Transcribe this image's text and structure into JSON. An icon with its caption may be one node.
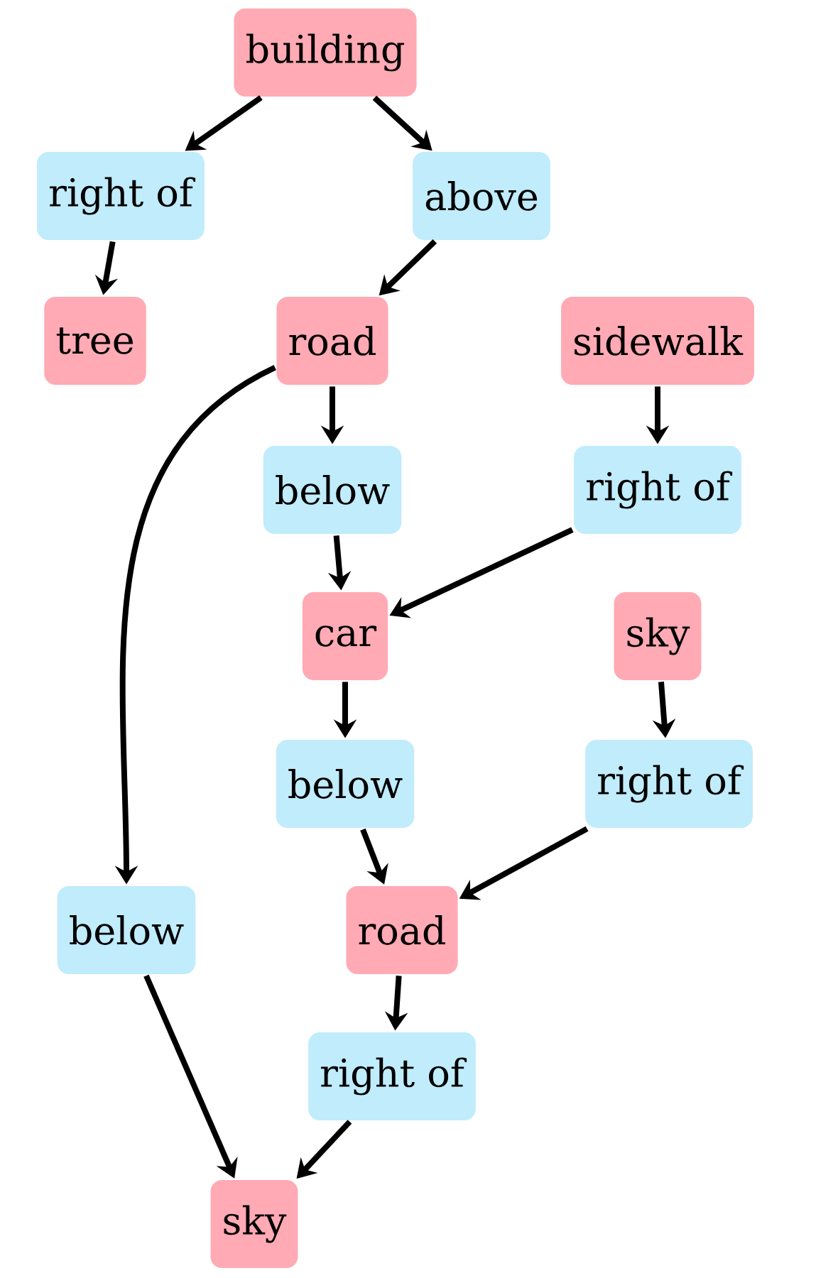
{
  "diagram": {
    "nodes": [
      {
        "text": [
          "building"
        ]
      },
      {
        "text": [
          "right of"
        ]
      },
      {
        "text": [
          "above"
        ]
      },
      {
        "text": [
          "tree"
        ]
      },
      {
        "text": [
          "road"
        ]
      },
      {
        "text": [
          "sidewalk"
        ]
      },
      {
        "text": [
          "below"
        ]
      },
      {
        "text": [
          "right of"
        ]
      },
      {
        "text": [
          "car"
        ]
      },
      {
        "text": [
          "sky"
        ]
      },
      {
        "text": [
          "below"
        ]
      },
      {
        "text": [
          "right of"
        ]
      },
      {
        "text": [
          "below"
        ]
      },
      {
        "text": [
          "road"
        ]
      },
      {
        "text": [
          "right of"
        ]
      },
      {
        "text": [
          "sky"
        ]
      }
    ],
    "edges": [
      {
        "from": 0,
        "to": 1,
        "arrow": "to"
      },
      {
        "from": 0,
        "to": 2,
        "arrow": "to"
      },
      {
        "from": 1,
        "to": 3,
        "arrow": "to"
      },
      {
        "from": 2,
        "to": 4,
        "arrow": "to"
      },
      {
        "from": 4,
        "to": 6,
        "arrow": "to"
      },
      {
        "from": 4,
        "to": 12,
        "arrow": "to"
      },
      {
        "from": 5,
        "to": 7,
        "arrow": "to"
      },
      {
        "from": 6,
        "to": 8,
        "arrow": "to"
      },
      {
        "from": 7,
        "to": 8,
        "arrow": "to"
      },
      {
        "from": 8,
        "to": 10,
        "arrow": "to"
      },
      {
        "from": 9,
        "to": 11,
        "arrow": "to"
      },
      {
        "from": 10,
        "to": 13,
        "arrow": "to"
      },
      {
        "from": 11,
        "to": 13,
        "arrow": "to"
      },
      {
        "from": 13,
        "to": 14,
        "arrow": "to"
      },
      {
        "from": 12,
        "to": 15,
        "arrow": "to"
      },
      {
        "from": 14,
        "to": 15,
        "arrow": "to"
      }
    ]
  }
}
